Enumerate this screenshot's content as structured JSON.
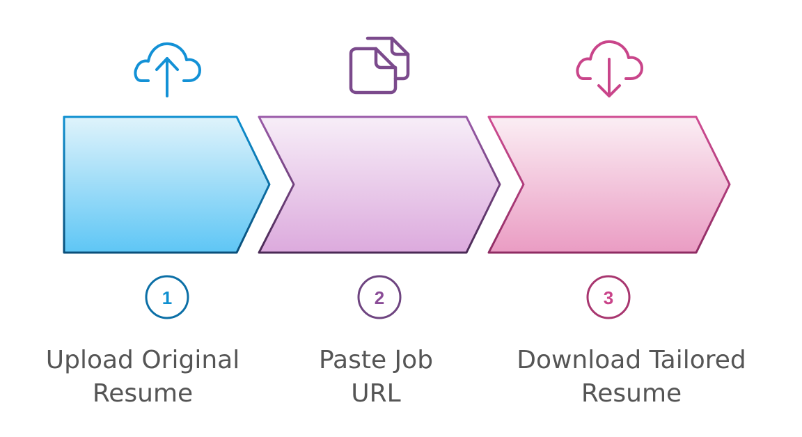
{
  "steps": [
    {
      "number": "1",
      "label_line1": "Upload Original",
      "label_line2": "Resume",
      "icon": "cloud-upload-icon",
      "color": "#0e8fd0",
      "fill_top": "#dff3fb",
      "fill_bottom": "#5ec6f5",
      "stroke": "#0b6fa6"
    },
    {
      "number": "2",
      "label_line1": "Paste Job",
      "label_line2": "URL",
      "icon": "copy-pages-icon",
      "color": "#8a4c97",
      "fill_top": "#f7eef8",
      "fill_bottom": "#dcaadd",
      "stroke": "#7a4a86"
    },
    {
      "number": "3",
      "label_line1": "Download Tailored",
      "label_line2": "Resume",
      "icon": "cloud-download-icon",
      "color": "#c94389",
      "fill_top": "#fbeef4",
      "fill_bottom": "#ea9cc3",
      "stroke": "#b8407f"
    }
  ]
}
